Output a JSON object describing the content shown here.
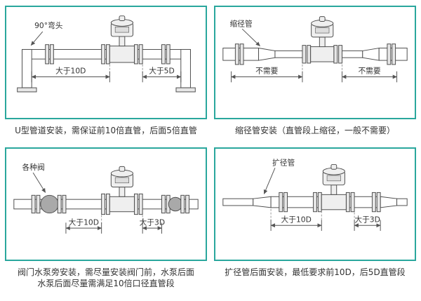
{
  "theme": {
    "accent": "#2aa79d",
    "ink": "#333333",
    "line": "#4d4d4d"
  },
  "panels": [
    {
      "id": "u-type",
      "caption": "U型管道安装，需保证前10倍直管，后面5倍直管",
      "labels": {
        "callout": "90°弯头",
        "dim_left": "大于10D",
        "dim_right": "大于5D"
      }
    },
    {
      "id": "reducer",
      "caption": "缩径管安装（直管段上缩径，一般不需要）",
      "labels": {
        "callout": "缩径管",
        "dim_left": "不需要",
        "dim_right": "不需要"
      }
    },
    {
      "id": "valve-pump",
      "caption": "阀门水泵旁安装，需尽量安装阀门前，水泵后面",
      "caption2": "水泵后面尽量需满足10倍口径直管段",
      "labels": {
        "callout": "各种阀",
        "dim_left": "大于10D",
        "dim_right": "大于3D"
      }
    },
    {
      "id": "expander",
      "caption": "扩径管后面安装，最低要求前10D，后5D直管段",
      "labels": {
        "callout": "扩径管",
        "dim_left": "大于10D",
        "dim_right": "大于3D"
      }
    }
  ]
}
